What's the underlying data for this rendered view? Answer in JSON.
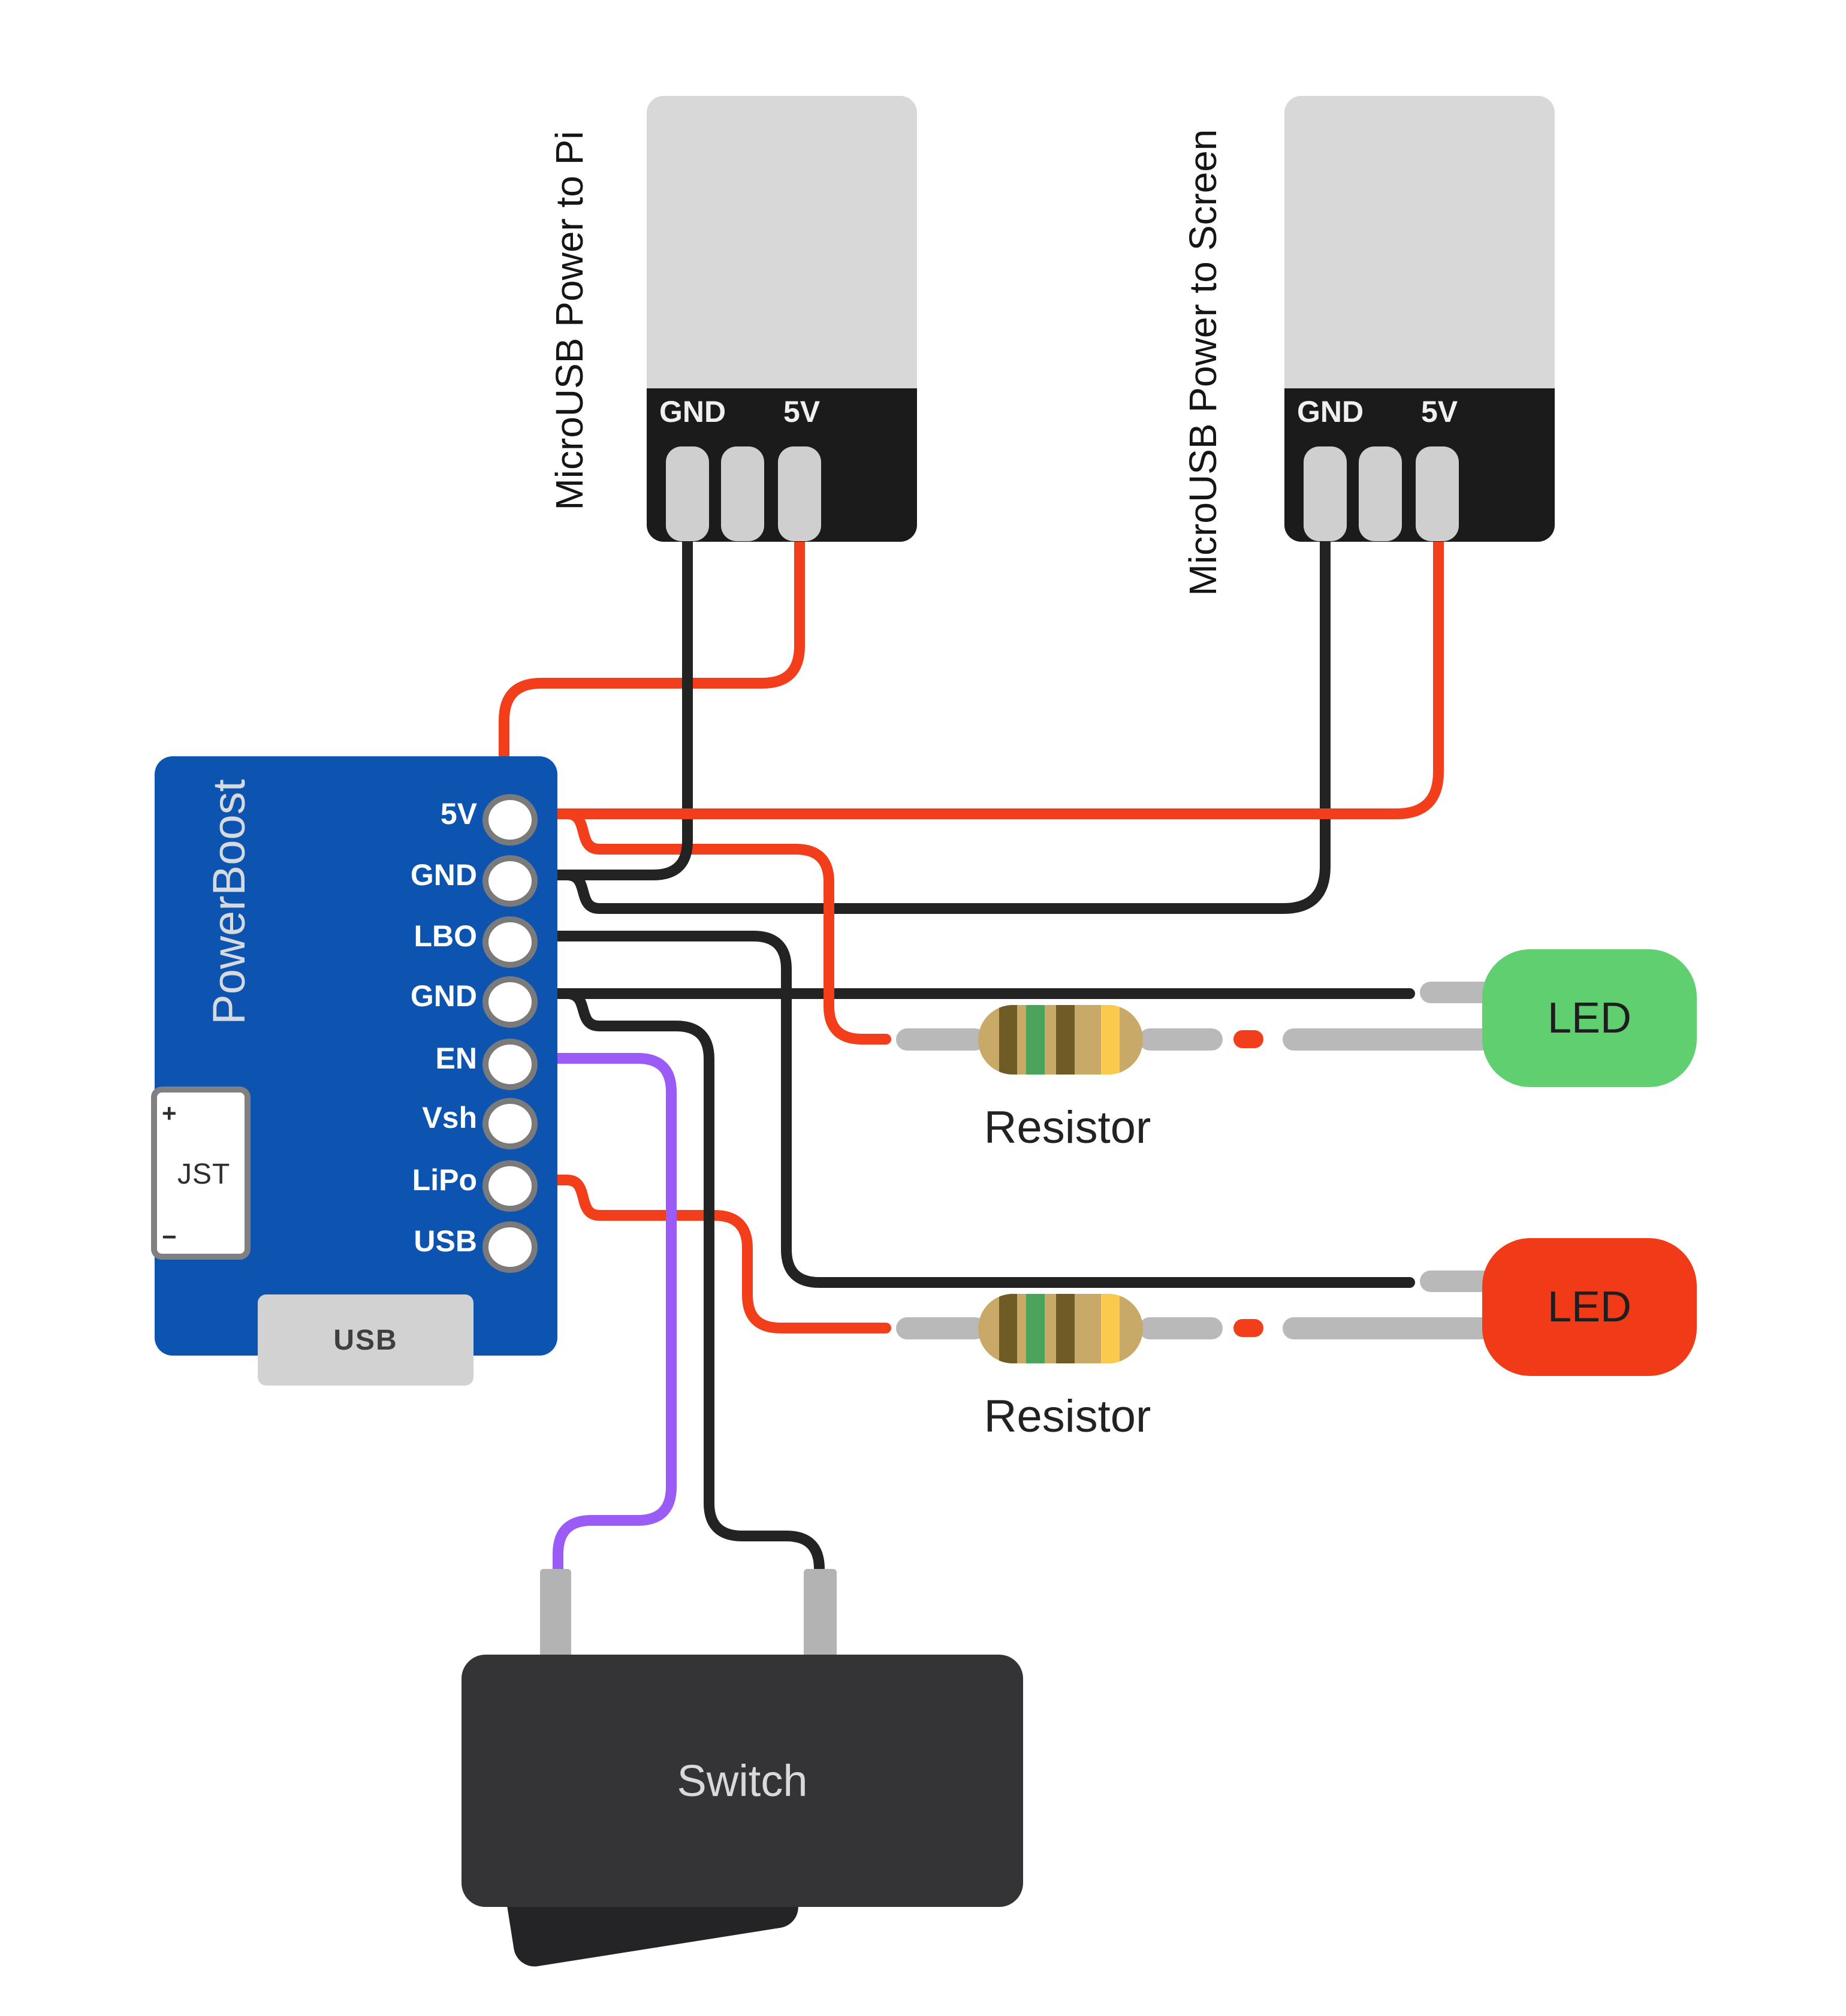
{
  "colors": {
    "background": "#FFFFFF",
    "board_blue": "#0C54B0",
    "wire_red": "#F23E1B",
    "wire_black": "#232323",
    "wire_purple": "#9B5BF7",
    "lead_gray": "#B9B9B9",
    "connector_body_gray": "#D8D8D8",
    "connector_black": "#1B1B1C",
    "connector_pin_gray": "#CFCFCF",
    "led_green": "#5FCF70",
    "led_red": "#F13A17",
    "resistor_body": "#C8A967",
    "resistor_band_brown": "#6F5B26",
    "resistor_band_green": "#4CA35C",
    "resistor_band_gold": "#FACA4D",
    "switch_body": "#343437",
    "pin_ring_gray": "#7A7A7A"
  },
  "microusb_connectors": [
    {
      "label": "MicroUSB Power to Pi",
      "gnd": "GND",
      "v5": "5V"
    },
    {
      "label": "MicroUSB Power to Screen",
      "gnd": "GND",
      "v5": "5V"
    }
  ],
  "powerboost": {
    "name": "PowerBoost",
    "pins": [
      "5V",
      "GND",
      "LBO",
      "GND",
      "EN",
      "Vsh",
      "LiPo",
      "USB"
    ],
    "jst": {
      "plus": "+",
      "label": "JST",
      "minus": "−"
    },
    "usb_port_label": "USB"
  },
  "leds": [
    {
      "label": "LED",
      "color": "#5FCF70"
    },
    {
      "label": "LED",
      "color": "#F13A17"
    }
  ],
  "resistors": [
    {
      "label": "Resistor"
    },
    {
      "label": "Resistor"
    }
  ],
  "switch": {
    "label": "Switch"
  }
}
